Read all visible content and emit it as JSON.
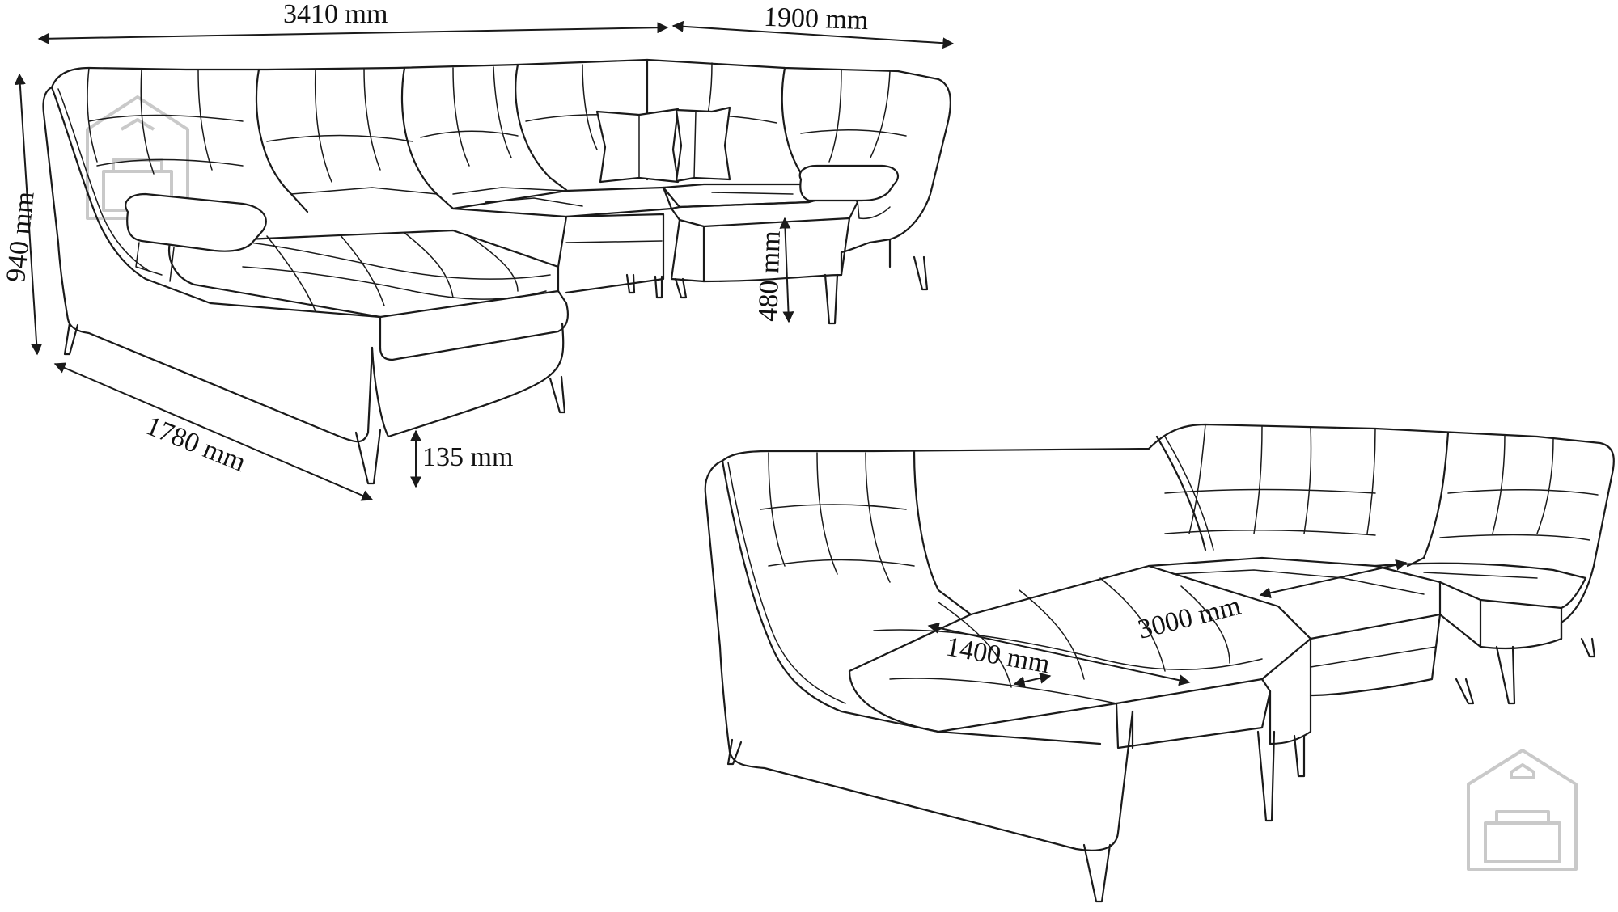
{
  "dimensions": {
    "total_width": "3410 mm",
    "side_width": "1900 mm",
    "height": "940 mm",
    "chaise_length": "1780 mm",
    "leg_height": "135 mm",
    "seat_height": "480 mm",
    "bed_length": "3000 mm",
    "bed_width": "1400 mm"
  },
  "icons": {
    "watermark": "house-sofa-logo-icon"
  },
  "colors": {
    "line": "#1a1a1a",
    "watermark": "#c9c9c9",
    "background": "#ffffff"
  }
}
